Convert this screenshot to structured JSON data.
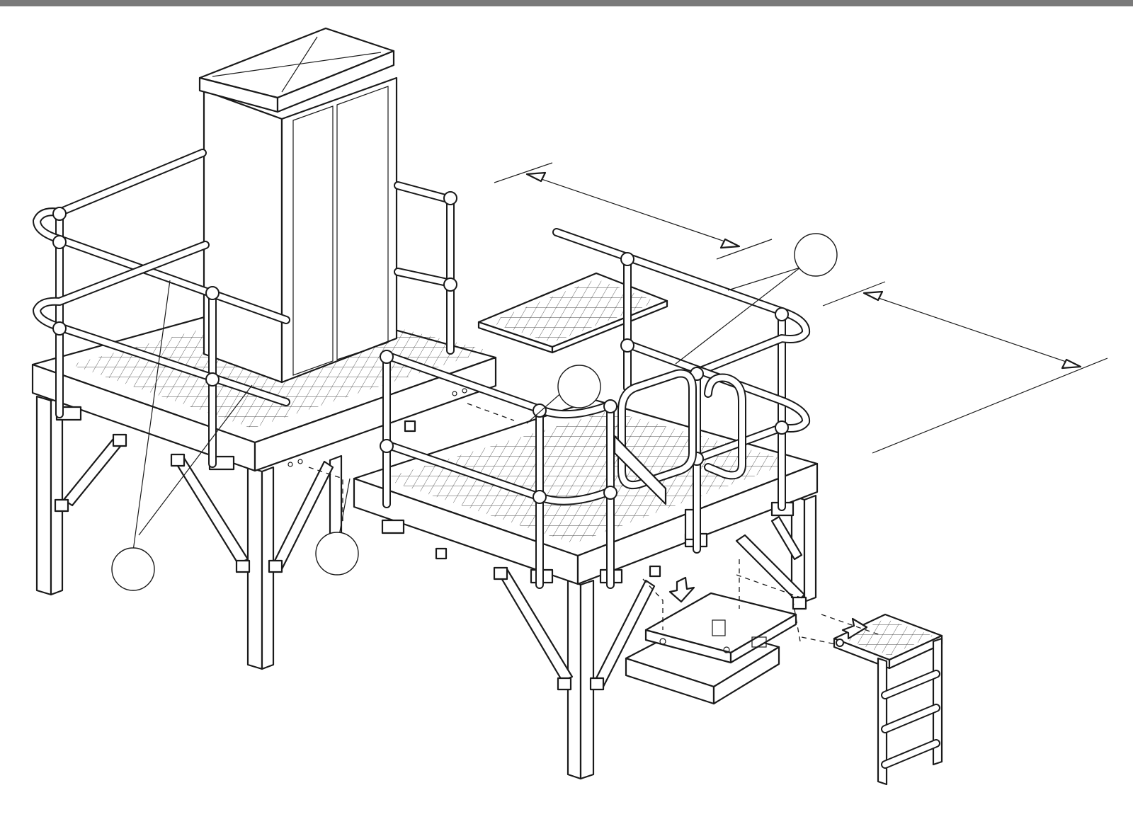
{
  "colors": {
    "background": "#ffffff",
    "ink": "#1a1a1a",
    "top_bar": "#7a7a7a"
  },
  "callouts": [
    {
      "id": "callout-1"
    },
    {
      "id": "callout-2"
    },
    {
      "id": "callout-3"
    },
    {
      "id": "callout-4"
    }
  ],
  "dimension_arrows": [
    {
      "id": "dimension-upper"
    },
    {
      "id": "dimension-lower"
    }
  ]
}
